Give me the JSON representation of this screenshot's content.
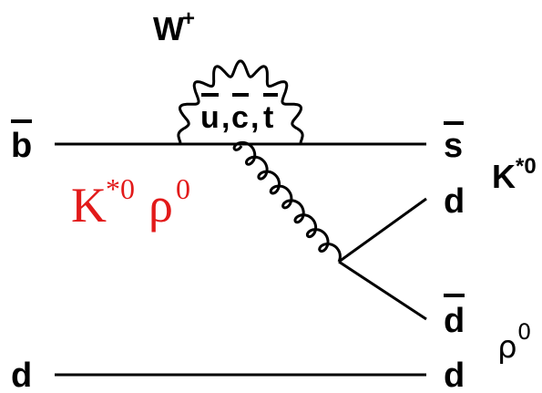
{
  "diagram": {
    "boson": {
      "main": "W",
      "sup": "+"
    },
    "loop_quarks": [
      "u",
      "c",
      "t"
    ],
    "loop_separator": ",",
    "quarks": {
      "b_in": "b",
      "d_in": "d",
      "s_out": "s",
      "d_out": "d",
      "dbar_out": "d",
      "d_spectator_out": "d"
    },
    "mesons": {
      "kstar_right": {
        "main": "K",
        "sup": "*0"
      },
      "rho_right": {
        "main": "ρ",
        "sup": "0"
      }
    },
    "decay_label": {
      "k": "K",
      "k_sup": "*0",
      "rho": "ρ",
      "rho_sup": "0",
      "color": "#e21a1a"
    },
    "line_color": "#000000"
  }
}
